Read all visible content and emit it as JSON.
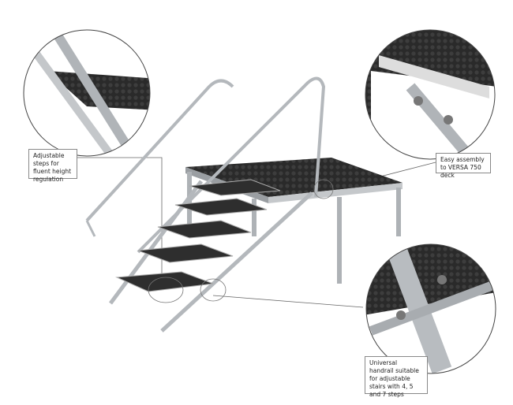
{
  "callouts": [
    {
      "id": "adjustable-steps",
      "text": "Adjustable steps for fluent height regulation"
    },
    {
      "id": "easy-assembly",
      "text": "Easy assembly to VERSA 750 deck"
    },
    {
      "id": "universal-handrail",
      "text": "Universal handrail suitable for adjustable stairs with 4, 5 and 7 steps"
    }
  ],
  "colors": {
    "deck": "#2b2b2b",
    "metal": "#b8bcc0",
    "leader": "#666666"
  }
}
